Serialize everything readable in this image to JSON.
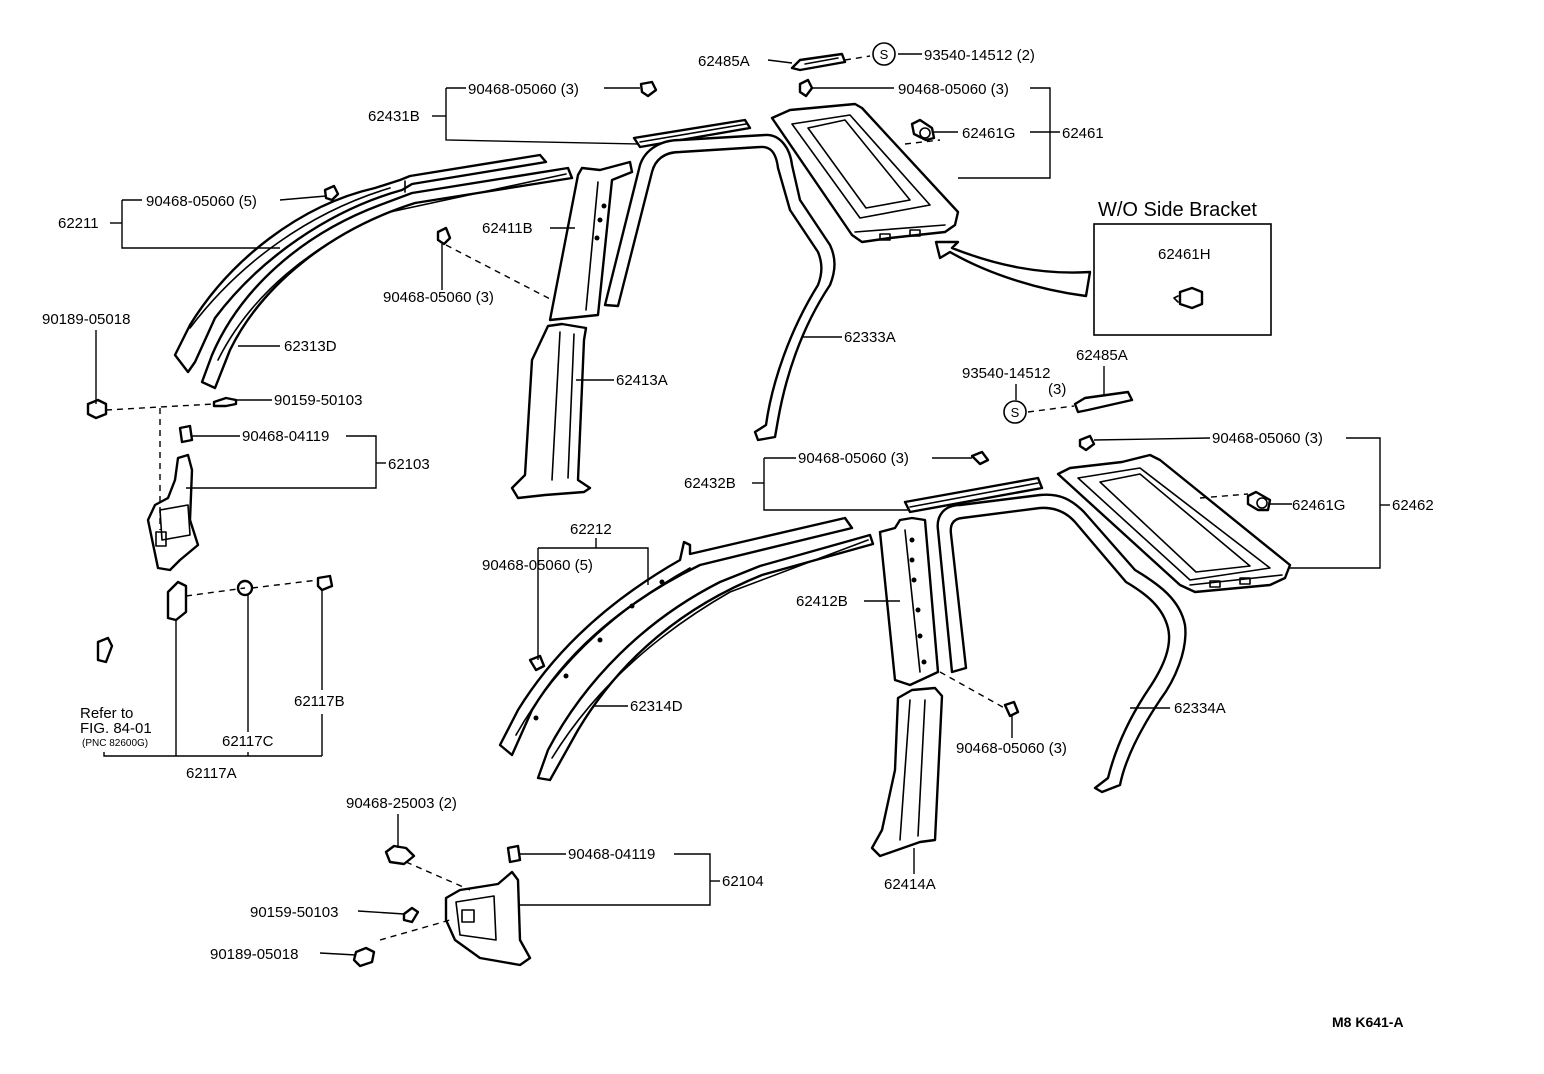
{
  "diagram": {
    "code": "M8 K641-A",
    "inset_title": "W/O Side Bracket",
    "symbol_letter": "S"
  },
  "labels": {
    "p62485A_top": "62485A",
    "p93540_top": "93540-14512 (2)",
    "p90468_top_right": "90468-05060 (3)",
    "p62461G_top": "62461G",
    "p62461": "62461",
    "p90468_62431B": "90468-05060 (3)",
    "p62431B": "62431B",
    "p90468_62211": "90468-05060 (5)",
    "p62211": "62211",
    "p62411B": "62411B",
    "p90468_center_left": "90468-05060 (3)",
    "p62461H": "62461H",
    "p90189_top": "90189-05018",
    "p62313D": "62313D",
    "p62333A": "62333A",
    "p62413A": "62413A",
    "p90159_top": "90159-50103",
    "p90468_04119_top": "90468-04119",
    "p62103": "62103",
    "p93540_mid": "93540-14512",
    "p93540_mid_qty": "(3)",
    "p62485A_mid": "62485A",
    "p90468_right": "90468-05060 (3)",
    "p90468_62432B": "90468-05060 (3)",
    "p62432B": "62432B",
    "p62461G_right": "62461G",
    "p62462": "62462",
    "p62212": "62212",
    "p90468_62212": "90468-05060 (5)",
    "p62412B": "62412B",
    "p62314D": "62314D",
    "p62334A": "62334A",
    "p90468_bottom_center": "90468-05060 (3)",
    "p62117B": "62117B",
    "refer_line1": "Refer to",
    "refer_line2": "FIG. 84-01",
    "refer_line3": "(PNC 82600G)",
    "p62117C": "62117C",
    "p62117A": "62117A",
    "p90468_25003": "90468-25003 (2)",
    "p90468_04119_bottom": "90468-04119",
    "p62104": "62104",
    "p90159_bottom": "90159-50103",
    "p90189_bottom": "90189-05018",
    "p62414A": "62414A"
  }
}
